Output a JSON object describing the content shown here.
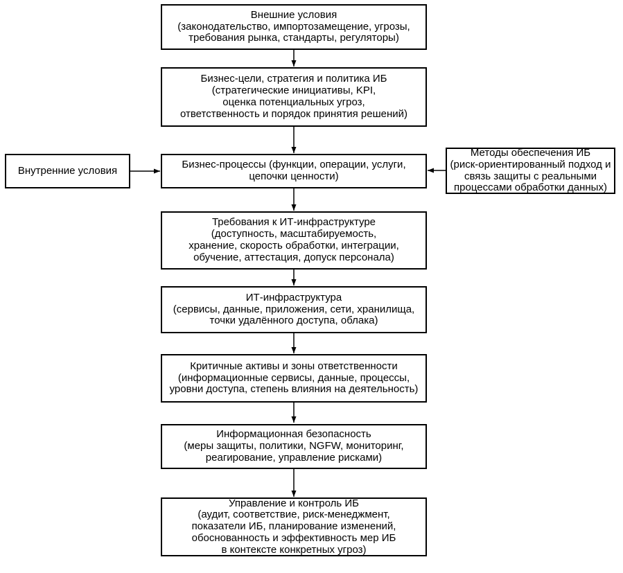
{
  "diagram": {
    "background_color": "#ffffff",
    "box_border_color": "#000000",
    "text_color": "#000000",
    "arrow_color": "#000000",
    "nodes": {
      "external_conditions": {
        "text": "Внешние условия\n(законодательство, импортозамещение, угрозы,\nтребования рынка, стандарты, регуляторы)"
      },
      "business_goals": {
        "text": "Бизнес-цели, стратегия и политика ИБ\n(стратегические инициативы, KPI,\nоценка потенциальных угроз,\nответственность и порядок принятия решений)"
      },
      "internal_conditions": {
        "text": "Внутренние условия"
      },
      "business_processes": {
        "text": "Бизнес-процессы (функции, операции, услуги,\nцепочки ценности)"
      },
      "security_methods": {
        "text": "Методы обеспечения ИБ\n(риск-ориентированный подход и\nсвязь защиты с реальными\nпроцессами обработки данных)"
      },
      "it_requirements": {
        "text": "Требования к ИТ-инфраструктуре\n(доступность, масштабируемость,\nхранение, скорость обработки, интеграции,\nобучение, аттестация, допуск персонала)"
      },
      "it_infrastructure": {
        "text": "ИТ-инфраструктура\n(сервисы, данные, приложения, сети, хранилища,\nточки удалённого доступа, облака)"
      },
      "critical_assets": {
        "text": "Критичные активы и зоны ответственности\n(информационные сервисы, данные, процессы,\nуровни доступа, степень влияния на деятельность)"
      },
      "information_security": {
        "text": "Информационная безопасность\n(меры защиты, политики, NGFW, мониторинг,\nреагирование, управление рисками)"
      },
      "security_governance": {
        "text": "Управление и контроль ИБ\n(аудит, соответствие, риск-менеджмент,\nпоказатели ИБ, планирование изменений,\nобоснованность и эффективность мер ИБ\nв контексте конкретных угроз)"
      }
    },
    "edges": [
      {
        "from": "external_conditions",
        "to": "business_goals"
      },
      {
        "from": "business_goals",
        "to": "business_processes"
      },
      {
        "from": "internal_conditions",
        "to": "business_processes"
      },
      {
        "from": "security_methods",
        "to": "business_processes"
      },
      {
        "from": "business_processes",
        "to": "it_requirements"
      },
      {
        "from": "it_requirements",
        "to": "it_infrastructure"
      },
      {
        "from": "it_infrastructure",
        "to": "critical_assets"
      },
      {
        "from": "critical_assets",
        "to": "information_security"
      },
      {
        "from": "information_security",
        "to": "security_governance"
      }
    ]
  }
}
